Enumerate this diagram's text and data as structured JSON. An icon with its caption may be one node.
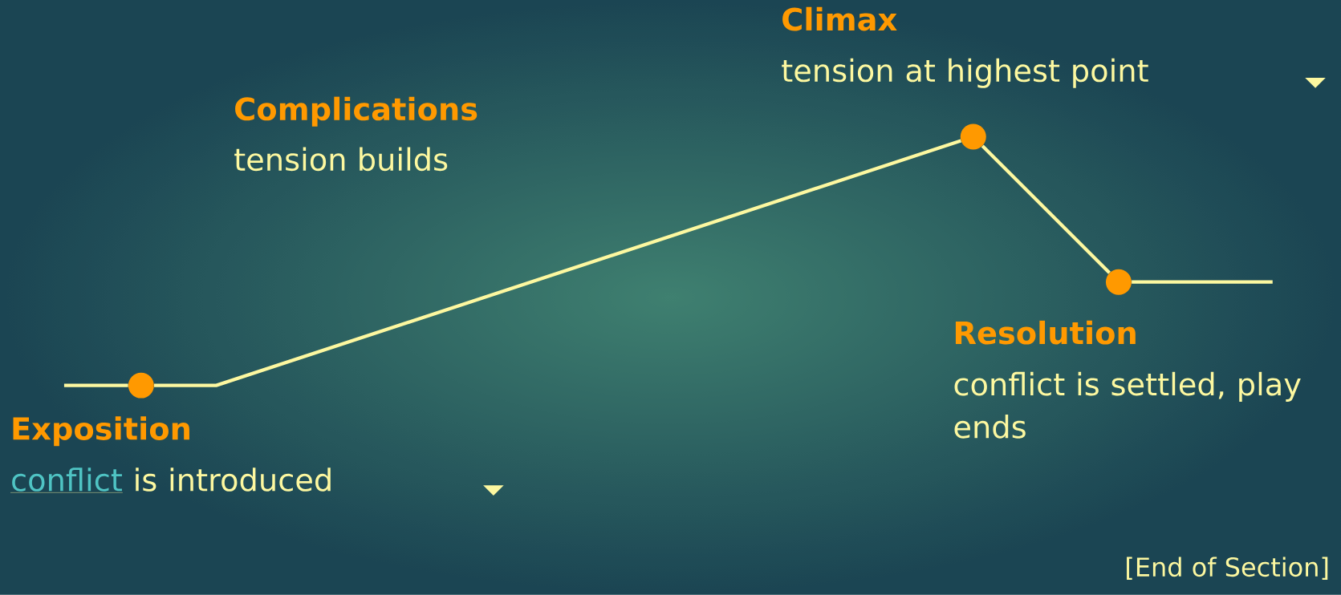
{
  "diagram": {
    "nodes": [
      {
        "text": [],
        "shape": "circle",
        "beside": [
          "Exposition",
          "conflict",
          "is introduced"
        ]
      },
      {
        "text": [],
        "shape": "circle",
        "beside": [
          "Climax",
          "tension at highest point"
        ]
      },
      {
        "text": [],
        "shape": "circle",
        "beside": [
          "Resolution",
          "conflict is settled, play ends"
        ]
      }
    ],
    "edges": [
      {
        "from": null,
        "to": 0,
        "arrow": "none"
      },
      {
        "from": 0,
        "to": 1,
        "arrow": "none"
      },
      {
        "from": 1,
        "to": 2,
        "arrow": "none"
      },
      {
        "from": 2,
        "to": null,
        "arrow": "none"
      }
    ],
    "labels": [
      "Complications",
      "tension builds",
      "[End of Section]"
    ]
  }
}
